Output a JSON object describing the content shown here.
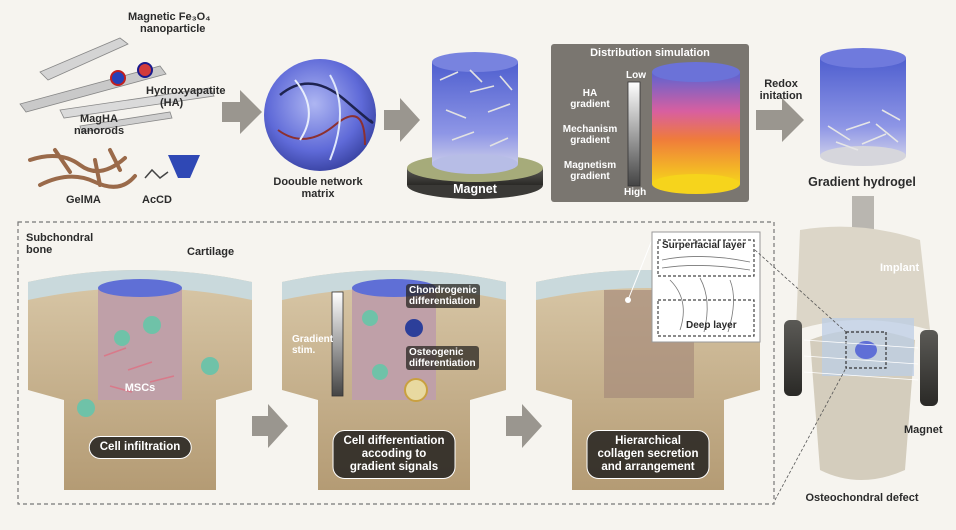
{
  "top": {
    "magnetic_np": [
      "Magnetic Fe₃O₄",
      "nanoparticle"
    ],
    "hydroxyapatite": [
      "Hydroxyapatite",
      "(HA)"
    ],
    "maghA": [
      "MagHA",
      "nanorods"
    ],
    "gelma": "GelMA",
    "acd": "AcCD",
    "double_network": [
      "Doouble network",
      "matrix"
    ],
    "magnet": "Magnet",
    "sim_title": "Distribution simulation",
    "scale_low": "Low",
    "scale_high": "High",
    "gradients": [
      [
        "HA",
        "gradient"
      ],
      [
        "Mechanism",
        "gradient"
      ],
      [
        "Magnetism",
        "gradient"
      ]
    ],
    "redox": [
      "Redox",
      "initation"
    ],
    "gradient_hydrogel": "Gradient hydrogel"
  },
  "bottom": {
    "subchondral": [
      "Subchondral",
      "bone"
    ],
    "cartilage": "Cartilage",
    "mscs": "MSCs",
    "cell_infiltration": "Cell infiltration",
    "chondrogenic": [
      "Chondrogenic",
      "differentiation"
    ],
    "osteogenic": [
      "Osteogenic",
      "differentiation"
    ],
    "gradient_stim": [
      "Gradient",
      "stim."
    ],
    "cell_diff": [
      "Cell differentiation",
      "accoding to",
      "gradient signals"
    ],
    "superficial": "Surperfacial layer",
    "deep": "Deep layer",
    "hierarchical": [
      "Hierarchical",
      "collagen secretion",
      "and arrangement"
    ],
    "implant": "Implant",
    "magnet_side": "Magnet",
    "defect": "Osteochondral defect"
  },
  "colors": {
    "hydrogel_blue": "#5f6fd6",
    "bone": "#cdb896",
    "cartilage": "#c9d9dc",
    "arrow": "#9a968f",
    "cell": "#6fc2a8"
  }
}
